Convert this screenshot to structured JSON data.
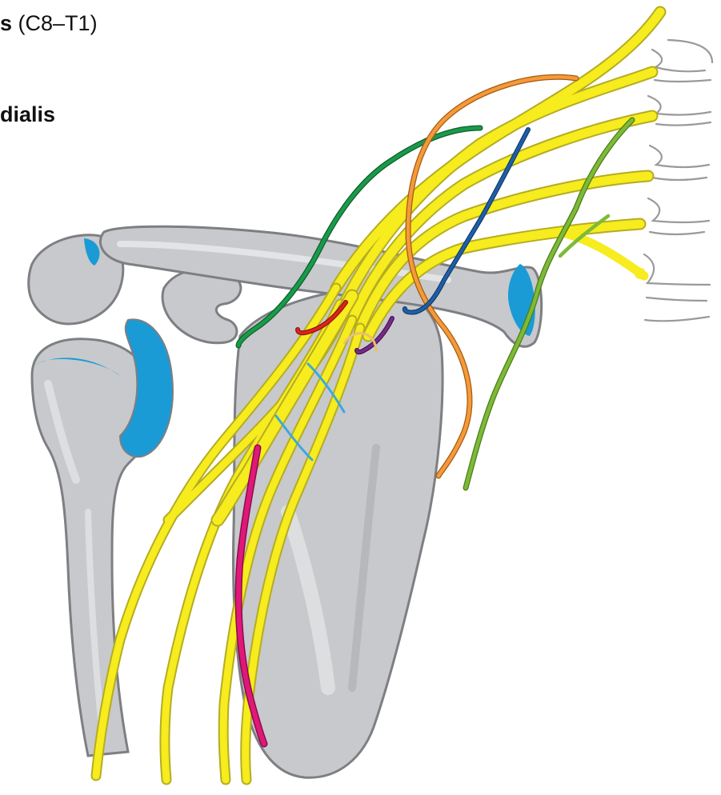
{
  "labels": {
    "line1_bold": "s",
    "line1_rest": " (C8–T1)",
    "line2_bold": "dialis"
  },
  "colors": {
    "bone_fill": "#c7c9cc",
    "bone_light": "#dcdee0",
    "bone_outline": "#7d7f82",
    "cartilage": "#1a9bd6",
    "nerve_yellow": "#f6ec1e",
    "nerve_outline": "#b5ac22",
    "green_nerve": "#1a9a4a",
    "lime_nerve": "#7dba36",
    "orange_nerve": "#f39a3a",
    "red_nerve": "#e2231a",
    "purple_nerve": "#7a2a8a",
    "blue_nerve": "#1f5fa8",
    "light_blue_nerve": "#3aa9dc",
    "magenta_vessel": "#e0187a",
    "spine_outline": "#9a9a9a"
  },
  "icons": [
    "brachial-plexus-illustration"
  ]
}
